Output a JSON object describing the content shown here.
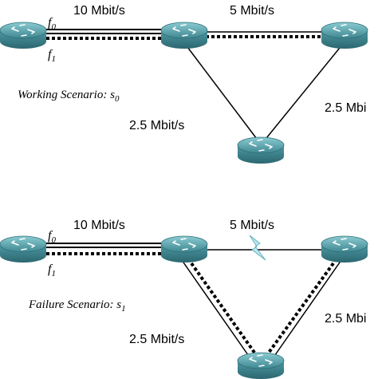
{
  "colors": {
    "router_body": "#4f9aa4",
    "router_top": "#7cc0c8",
    "router_dark": "#2f6f78",
    "bolt": "#b8e6ee",
    "line": "#000000"
  },
  "top": {
    "flow_f0": {
      "base": "f",
      "sub": "0"
    },
    "flow_f1": {
      "base": "f",
      "sub": "1"
    },
    "link_left_rate": "10 Mbit/s",
    "link_right_rate": "5 Mbit/s",
    "link_bottom_left_rate": "2.5 Mbit/s",
    "link_bottom_right_rate": "2.5 Mbi",
    "scenario": {
      "label": "Working Scenario: s",
      "sub": "0"
    }
  },
  "bottom": {
    "flow_f0": {
      "base": "f",
      "sub": "0"
    },
    "flow_f1": {
      "base": "f",
      "sub": "1"
    },
    "link_left_rate": "10 Mbit/s",
    "link_right_rate": "5 Mbit/s",
    "link_bottom_left_rate": "2.5 Mbit/s",
    "link_bottom_right_rate": "2.5 Mbi",
    "scenario": {
      "label": "Failure Scenario: s",
      "sub": "1"
    }
  }
}
